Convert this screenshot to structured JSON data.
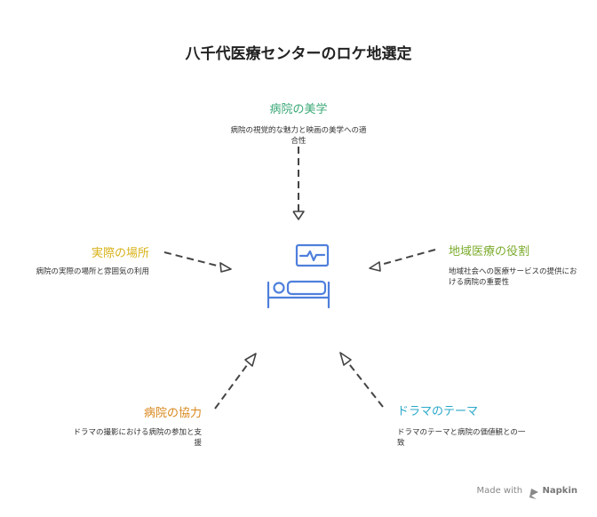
{
  "title": "八千代医療センターのロケ地選定",
  "colors": {
    "top": "#3aa876",
    "left": "#d8b21a",
    "right": "#7cac2e",
    "bottom_left": "#d9861a",
    "bottom_right": "#2aa8c8",
    "icon": "#4f7fdc",
    "arrow": "#444444"
  },
  "nodes": {
    "top": {
      "title": "病院の美学",
      "desc": "病院の視覚的な魅力と映画の美学への適合性"
    },
    "left": {
      "title": "実際の場所",
      "desc": "病院の実際の場所と雰囲気の利用"
    },
    "right": {
      "title": "地域医療の役割",
      "desc": "地域社会への医療サービスの提供における病院の重要性"
    },
    "bottom_left": {
      "title": "病院の協力",
      "desc": "ドラマの撮影における病院の参加と支援"
    },
    "bottom_right": {
      "title": "ドラマのテーマ",
      "desc": "ドラマのテーマと病院の価値観との一致"
    }
  },
  "center_icon": "hospital-bed-monitor-icon",
  "credit": {
    "prefix": "Made with",
    "brand": "Napkin",
    "icon": "napkin-logo-icon"
  }
}
